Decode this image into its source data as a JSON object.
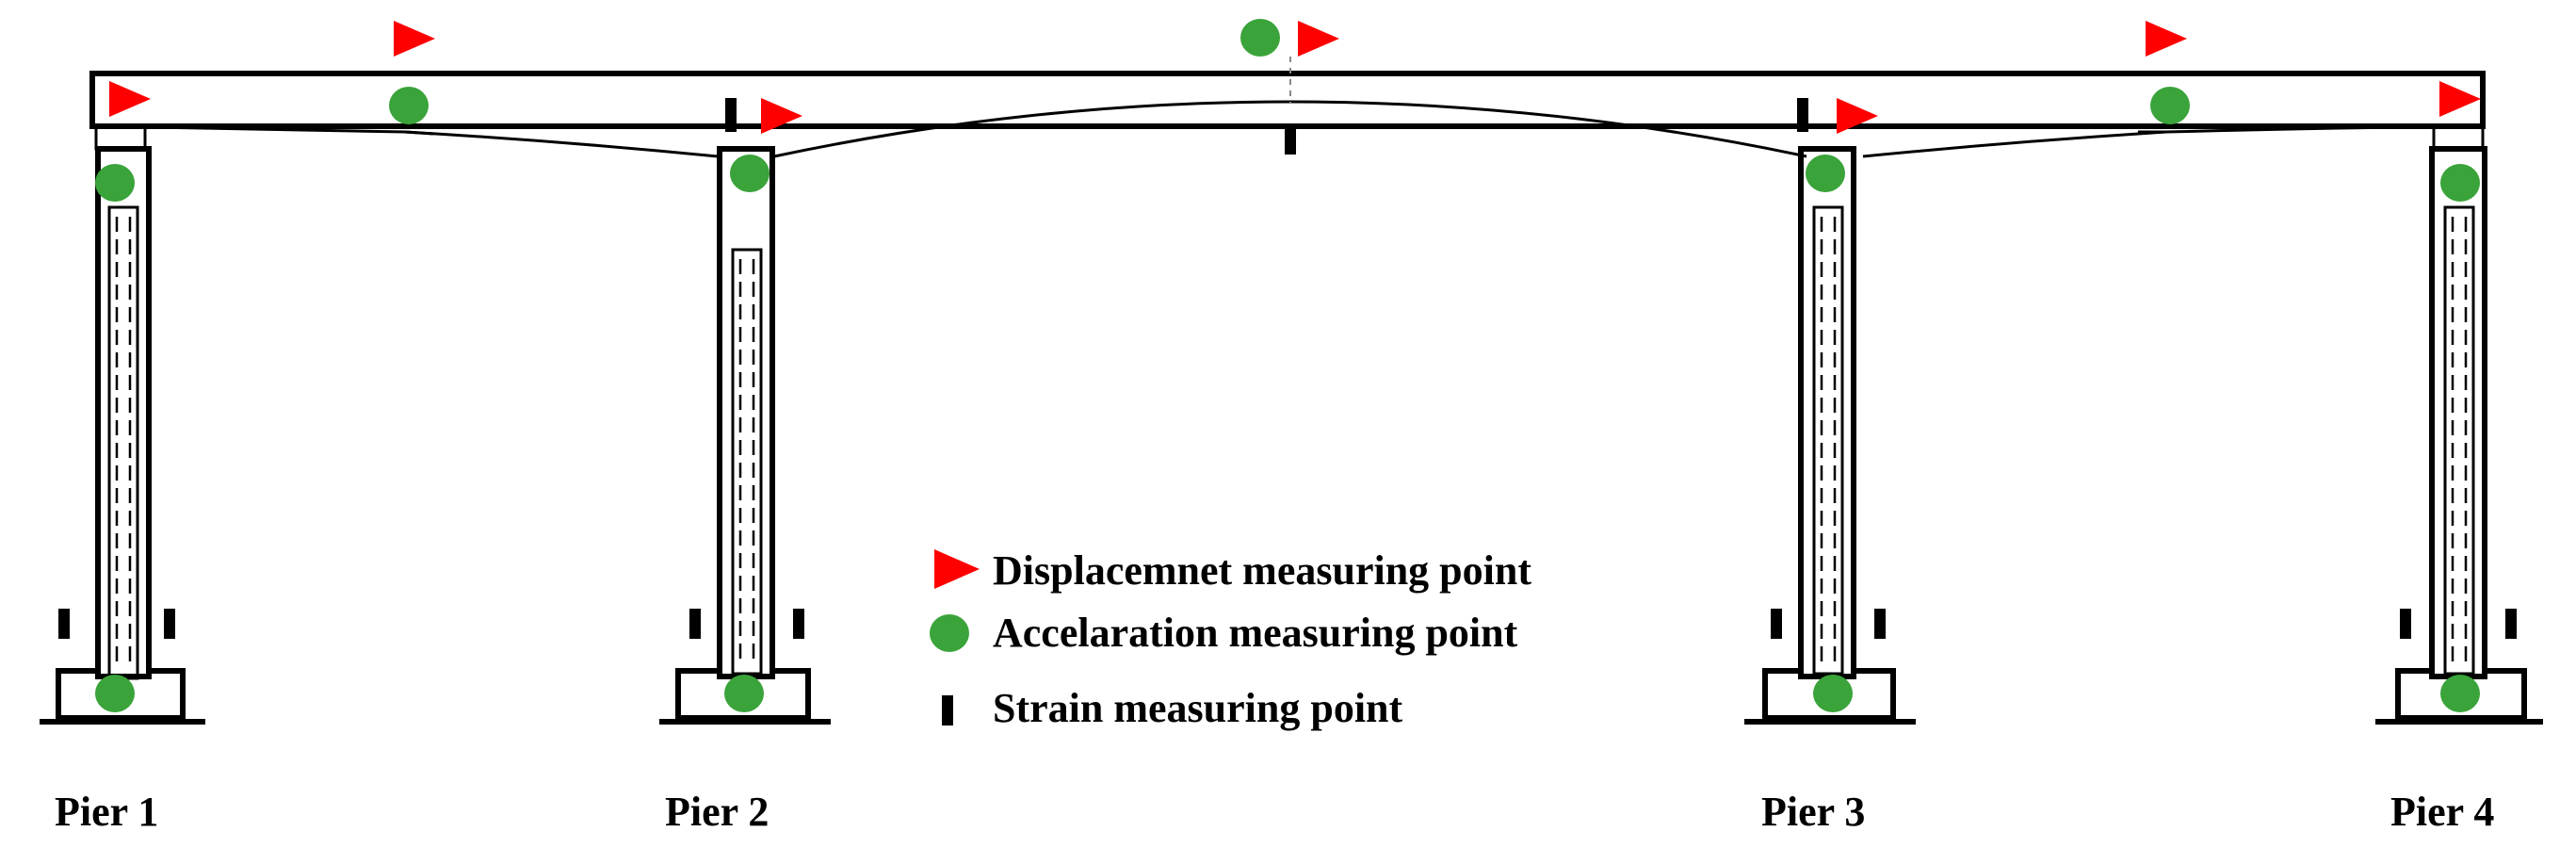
{
  "piers": [
    {
      "label": "Pier 1"
    },
    {
      "label": "Pier 2"
    },
    {
      "label": "Pier 3"
    },
    {
      "label": "Pier 4"
    }
  ],
  "legend": {
    "displacement": "Displacemnet measuring point",
    "acceleration": "Accelaration measuring point",
    "strain": "Strain measuring point"
  },
  "colors": {
    "displacement_marker": "#ff0000",
    "acceleration_marker": "#3aa33a",
    "strain_marker": "#000000",
    "structure_line": "#000000"
  },
  "icons": {
    "displacement": "red-flag-icon",
    "acceleration": "green-dot-icon",
    "strain": "black-bar-icon"
  }
}
